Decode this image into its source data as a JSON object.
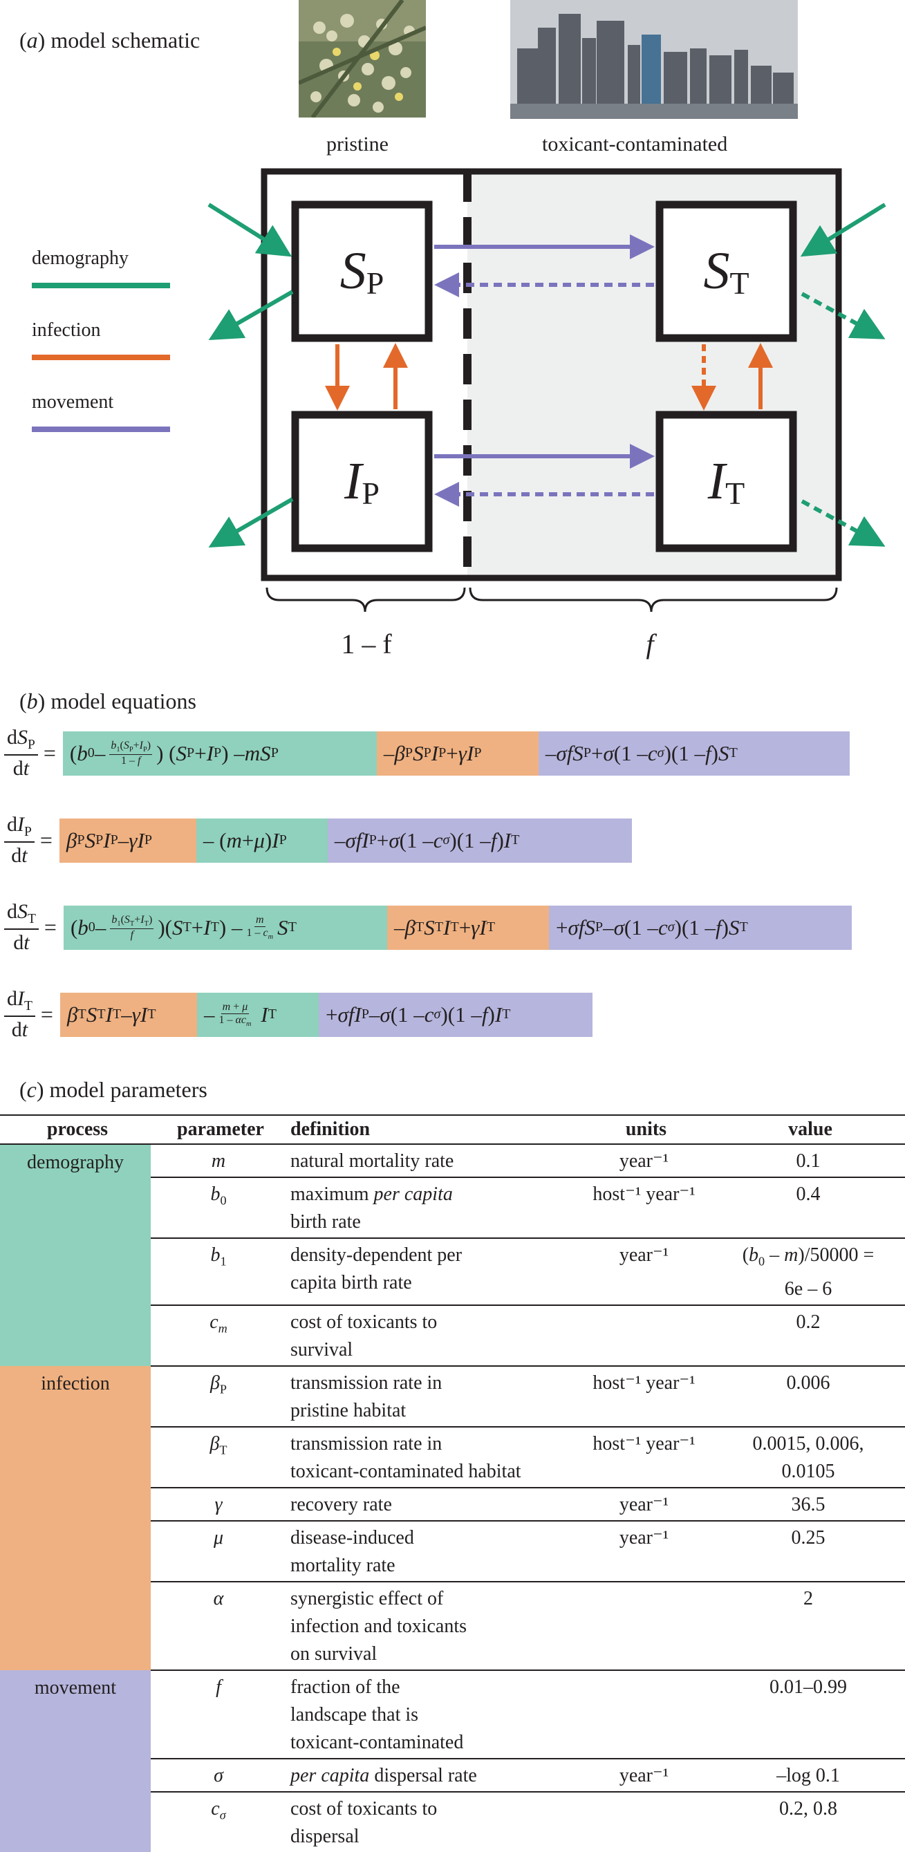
{
  "panel_a": {
    "label_prefix": "(",
    "label_letter": "a",
    "label_text": ") model schematic",
    "pristine_label": "pristine",
    "toxicant_label": "toxicant-contaminated",
    "legend": [
      {
        "label": "demography",
        "color": "#1e9e73"
      },
      {
        "label": "infection",
        "color": "#e2692a"
      },
      {
        "label": "movement",
        "color": "#7b74bd"
      }
    ],
    "boxes": {
      "sp": {
        "main": "S",
        "sub": "P"
      },
      "st": {
        "main": "S",
        "sub": "T"
      },
      "ip": {
        "main": "I",
        "sub": "P"
      },
      "it": {
        "main": "I",
        "sub": "T"
      }
    },
    "brace_left_label": "1 – f",
    "brace_right_label": "f",
    "colors": {
      "contaminated_bg": "#eef0ef",
      "demography": "#1e9e73",
      "infection": "#e2692a",
      "movement": "#7b74bd"
    }
  },
  "panel_b": {
    "label_prefix": "(",
    "label_letter": "b",
    "label_text": ") model equations",
    "equations": [
      {
        "lhs_num": "dS",
        "lhs_num_sub": "P",
        "lhs_den": "dt",
        "segments": [
          {
            "color": "green",
            "text": "(b0 – b1(SP+IP)/(1 – f)) (SP+IP) – mSP"
          },
          {
            "color": "orange",
            "text": "– βP SP IP + γIP"
          },
          {
            "color": "purple",
            "text": "– σfSP + σ(1 – cσ)(1 – f)ST"
          }
        ]
      },
      {
        "lhs_num": "dI",
        "lhs_num_sub": "P",
        "lhs_den": "dt",
        "segments": [
          {
            "color": "orange",
            "text": "βP SP IP – γIP"
          },
          {
            "color": "green",
            "text": "– (m + μ)IP"
          },
          {
            "color": "purple",
            "text": "– σfIP + σ(1 – cσ)(1 – f)IT"
          }
        ]
      },
      {
        "lhs_num": "dS",
        "lhs_num_sub": "T",
        "lhs_den": "dt",
        "segments": [
          {
            "color": "green",
            "text": "(b0 – b1(ST+IT)/f)(ST+IT) – m/(1 – cm) ST"
          },
          {
            "color": "orange",
            "text": "– βT ST IT + γIT"
          },
          {
            "color": "purple",
            "text": "+ σfSP – σ(1 – cσ)(1 – f)ST"
          }
        ]
      },
      {
        "lhs_num": "dI",
        "lhs_num_sub": "T",
        "lhs_den": "dt",
        "segments": [
          {
            "color": "orange",
            "text": "βT ST IT – γIT"
          },
          {
            "color": "green",
            "text": "– (m + μ)/(1 – αcm) IT"
          },
          {
            "color": "purple",
            "text": "+ σfIP – σ(1 – cσ)(1 – f)IT"
          }
        ]
      }
    ]
  },
  "panel_c": {
    "label_prefix": "(",
    "label_letter": "c",
    "label_text": ") model parameters",
    "headers": [
      "process",
      "parameter",
      "definition",
      "units",
      "value"
    ],
    "groups": [
      {
        "process": "demography",
        "color": "#8fd1bc",
        "rows": [
          {
            "parameter": "m",
            "definition": "natural mortality rate",
            "units": "year⁻¹",
            "value": "0.1"
          },
          {
            "parameter": "b0",
            "definition": "maximum per capita birth rate",
            "units": "host⁻¹ year⁻¹",
            "value": "0.4"
          },
          {
            "parameter": "b1",
            "definition": "density-dependent per capita birth rate",
            "units": "year⁻¹",
            "value": "(b0 – m)/50000 = 6e – 6"
          },
          {
            "parameter": "cm",
            "definition": "cost of toxicants to survival",
            "units": "",
            "value": "0.2"
          }
        ]
      },
      {
        "process": "infection",
        "color": "#efb181",
        "rows": [
          {
            "parameter": "βP",
            "definition": "transmission rate in pristine habitat",
            "units": "host⁻¹ year⁻¹",
            "value": "0.006"
          },
          {
            "parameter": "βT",
            "definition": "transmission rate in toxicant-contaminated habitat",
            "units": "host⁻¹ year⁻¹",
            "value": "0.0015, 0.006, 0.0105"
          },
          {
            "parameter": "γ",
            "definition": "recovery rate",
            "units": "year⁻¹",
            "value": "36.5"
          },
          {
            "parameter": "μ",
            "definition": "disease-induced mortality rate",
            "units": "year⁻¹",
            "value": "0.25"
          },
          {
            "parameter": "α",
            "definition": "synergistic effect of infection and toxicants on survival",
            "units": "",
            "value": "2"
          }
        ]
      },
      {
        "process": "movement",
        "color": "#b6b5dd",
        "rows": [
          {
            "parameter": "f",
            "definition": "fraction of the landscape that is toxicant-contaminated",
            "units": "",
            "value": "0.01–0.99"
          },
          {
            "parameter": "σ",
            "definition": "per capita dispersal rate",
            "units": "year⁻¹",
            "value": "–log 0.1"
          },
          {
            "parameter": "cσ",
            "definition": "cost of toxicants to dispersal",
            "units": "",
            "value": "0.2, 0.8"
          }
        ]
      }
    ]
  }
}
